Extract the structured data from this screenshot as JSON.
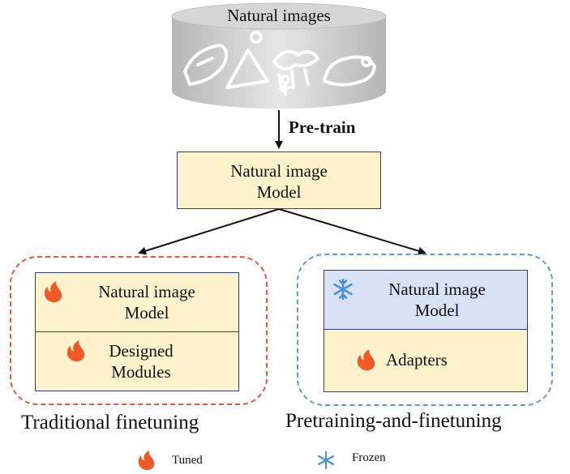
{
  "colors": {
    "tuned_group_border": "#e8573a",
    "frozen_group_border": "#5b9bd5",
    "box_border": "#2f3c7e",
    "yellow_fill": "#fdf2cc",
    "blue_fill": "#d9e1f4",
    "fire": "#f05a28",
    "snow": "#4a90d9",
    "cylinder": "#c8c8c8"
  },
  "database": {
    "label": "Natural images",
    "icon": "sketch-illustrations-icon"
  },
  "pretrain_label": "Pre-train",
  "center_model": {
    "line1": "Natural image",
    "line2": "Model"
  },
  "traditional": {
    "title": "Traditional finetuning",
    "model_line1": "Natural image",
    "model_line2": "Model",
    "modules_line1": "Designed",
    "modules_line2": "Modules",
    "icon": "fire-icon"
  },
  "pretraining": {
    "title": "Pretraining-and-finetuning",
    "model_line1": "Natural image",
    "model_line2": "Model",
    "adapters": "Adapters",
    "model_icon": "snowflake-icon",
    "adapters_icon": "fire-icon"
  },
  "legend": {
    "tuned": "Tuned",
    "frozen": "Frozen"
  }
}
